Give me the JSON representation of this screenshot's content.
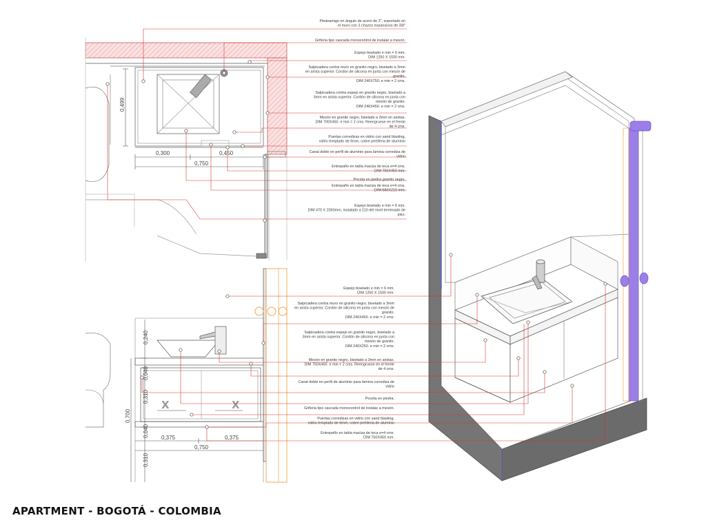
{
  "title": "APARTMENT - BOGOTÁ - COLOMBIA",
  "colors": {
    "leader": "#d9342b",
    "wall_hatch": "#f3b8b8",
    "wall": "#707070",
    "glass_frame": "#9b7fe8",
    "accent_orange": "#f2a34a"
  },
  "plan_notes": [
    [
      "Piedeamigo en ángulo de acero de 2\", soportado en",
      "el muro con 3 chazos expansivos de 3/8\""
    ],
    [
      "Grifería tipo cascada monocontrol de instalar a mesón."
    ],
    [
      "Espejo biselado e min = 6 mm.",
      "DIM 1250 X 1500 mm."
    ],
    [
      "Salpicadera contra muro en granito negro, biselado a 3mm",
      "en arista superior. Cordón de silicona en junta con mesón de",
      "granito.",
      "DIM 240X750. e min = 2 cms."
    ],
    [
      "Salpicadera contra espejo en granito negro, biselado a",
      "3mm en arista superior. Cordón de silicona en junta con",
      "mesón de granito.",
      "DIM 240X450. e min = 2 cms."
    ],
    [
      "Mesón en granito negro, biselado a 3mm en aristas.",
      "DIM 700X450. e min = 2 cms. Reengruese en el frente",
      "de 4 cms."
    ],
    [
      "Puertas corredizas en vidrio con sand blasting,",
      "vidrio templado de 6mm, cobre pertileria de aluminio"
    ],
    [
      "Canal doble en perfil de aluminio para lámina corrediza de",
      "vidrio"
    ],
    [
      "Entrepaño en tabla maciza de teca e=4 cms.",
      "DIM 750X450 mm."
    ],
    [
      "Poceta en piedra granito negro."
    ],
    [
      "Entrepaño en tabla maciza de teca e=4 cms.",
      "DIM 580X210 mm."
    ],
    [
      "Espejo biselado e min = 6 mm.",
      "DIM 470 X 2050mm, instalado a 110 del nivel terminado de",
      "piso."
    ]
  ],
  "elevation_notes": [
    [
      "Espejo biselado e min = 6 mm.",
      "DIM 1250 X 1500 mm."
    ],
    [
      "Salpicadera contra muro en granito negro, biselado a 3mm",
      "en arista superior. Cordón de silicona en junta con mesón de",
      "granito.",
      "DIM 240X450. e min = 2 cms."
    ],
    [
      "Salpicadera contra espejo en granito negro, biselado a",
      "3mm en arista superior. Cordón de silicona en junta con",
      "mesón de granito.",
      "DIM 240X250. e min = 2 cms."
    ],
    [
      "Mesón en granito negro, biselado a 3mm en aristas.",
      "DIM 750X450. e min = 2 cms. Reengruese en el frente",
      "de 4 cms."
    ],
    [
      "Canal doble en perfil de aluminio para lámina corrediza de",
      "vidrio"
    ],
    [
      "Poceta en piedra."
    ],
    [
      "Grifería tipo cascada monocontrol de instalar a mesón."
    ],
    [
      "Puertas corredizas en vidrio con sand blasting,",
      "vidrio templado de 6mm, cobre pertileria de aluminio"
    ],
    [
      "Entrepaño en tabla maciza de teca e=4 cms.",
      "DIM 750X450 mm."
    ]
  ],
  "plan_dims": {
    "d0499": "0,499",
    "d0300": "0,300",
    "d0450": "0,450",
    "d0750": "0,750"
  },
  "elev_dims": {
    "v0240a": "0,240",
    "v0040": "0,040",
    "v0310a": "0,310",
    "v0700": "0,700",
    "v0040b": "0,040",
    "v0310b": "0,310",
    "h0375a": "0,375",
    "h0375b": "0,375",
    "h0750": "0,750"
  },
  "x_marks": [
    "X",
    "X"
  ]
}
